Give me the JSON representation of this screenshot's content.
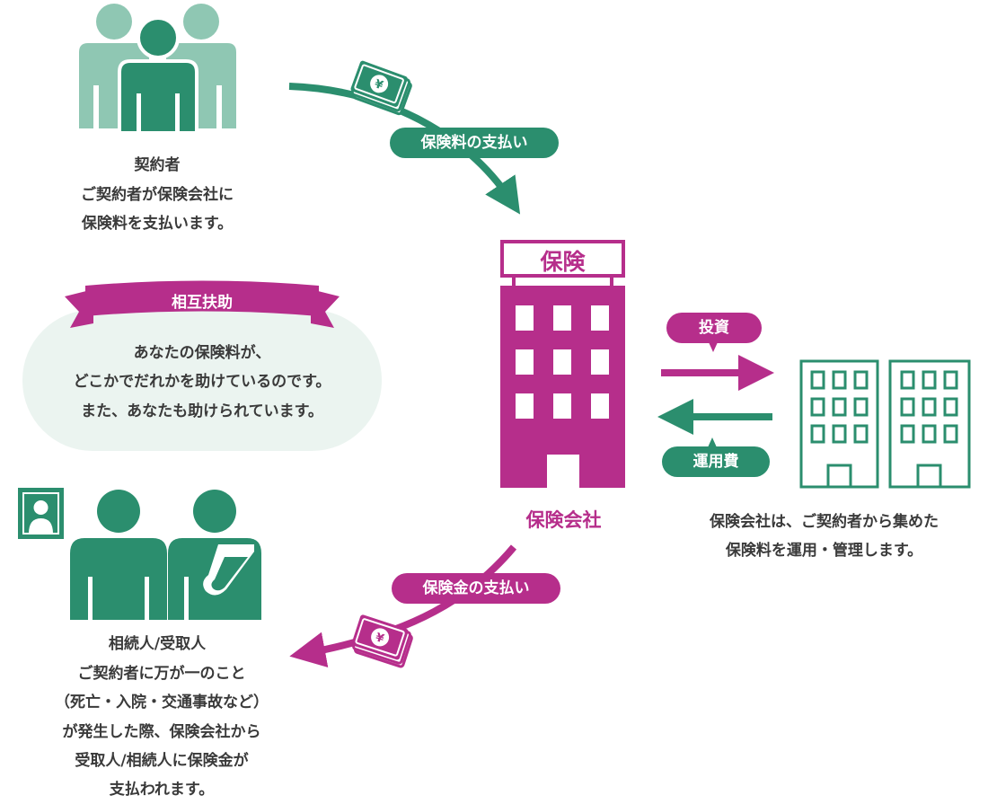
{
  "contractor": {
    "title": "契約者",
    "lines": [
      "ご契約者が保険会社に",
      "保険料を支払います。"
    ]
  },
  "flows": {
    "premium_payment": "保険料の支払い",
    "claim_payment": "保険金の支払い",
    "investment": "投資",
    "operating_cost": "運用費"
  },
  "insurer": {
    "sign": "保険",
    "label": "保険会社",
    "lines": [
      "保険会社は、ご契約者から集めた",
      "保険料を運用・管理します。"
    ]
  },
  "mutual_aid": {
    "ribbon": "相互扶助",
    "lines": [
      "あなたの保険料が、",
      "どこかでだれかを助けているのです。",
      "また、あなたも助けられています。"
    ]
  },
  "beneficiary": {
    "title": "相続人/受取人",
    "lines": [
      "ご契約者に万が一のこと",
      "（死亡・入院・交通事故など）",
      "が発生した際、保険会社から",
      "受取人/相続人に保険金が",
      "支払われます。"
    ]
  },
  "colors": {
    "green": "#2b8e6e",
    "light_green": "#8fc7b3",
    "magenta": "#b62e8b",
    "bubble": "#ebf4f0"
  }
}
